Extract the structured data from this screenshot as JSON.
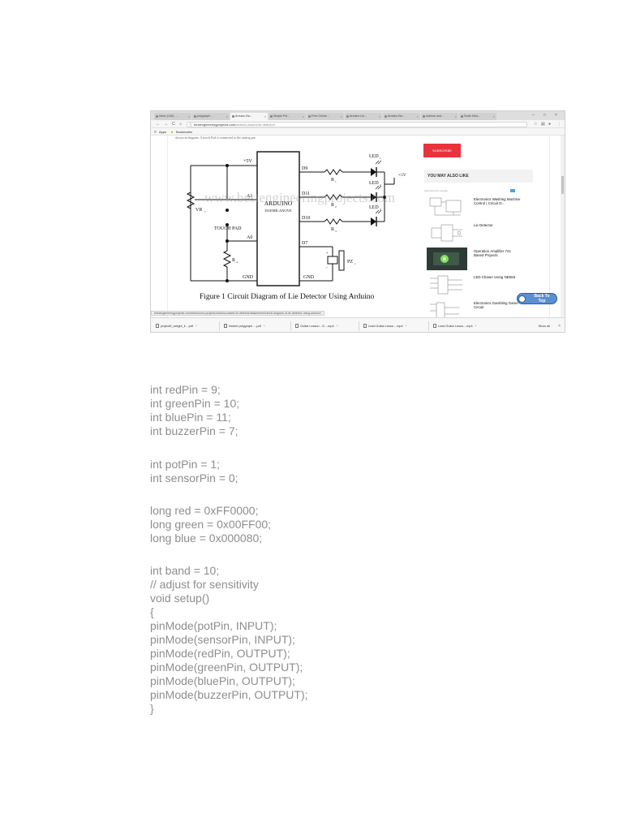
{
  "browser": {
    "tabs": [
      {
        "label": "Inbox (140) - ..."
      },
      {
        "label": "polygraph ..."
      },
      {
        "label": "Arduino Ba..."
      },
      {
        "label": "Simple Pol..."
      },
      {
        "label": "Free Online..."
      },
      {
        "label": "Arduino Lie..."
      },
      {
        "label": "Arduino Ba..."
      },
      {
        "label": "science and..."
      },
      {
        "label": "Scale Mod..."
      }
    ],
    "window_controls": {
      "minimize": "–",
      "maximize": "□",
      "close": "×"
    },
    "nav": {
      "back": "←",
      "forward": "→",
      "reload": "C"
    },
    "address": {
      "host": "bestengineeringprojects.com",
      "path": "/arduino-based-lie-detector/"
    },
    "bookmarks": {
      "apps": "Apps",
      "bookmarks": "Bookmarks"
    },
    "status_url": "bestengineeringprojects.com/electronics-projects/arduino-based-lie-detector/attachment/circuit-diagram-of-lie-detector-using-arduino/",
    "downloads": [
      {
        "label": "project5_weight_li....pdf"
      },
      {
        "label": "instrmt polygraph ....pdf"
      },
      {
        "label": "Guitar Lesson - G....mp4"
      },
      {
        "label": "Lead Guitar Lesso....mp4"
      },
      {
        "label": "Lead Guitar Lesso....mp4"
      }
    ],
    "show_all": "Show all",
    "downloads_close": "×"
  },
  "page": {
    "cut_text": "shown in diagram. A touch Pad is connected to the analog pin",
    "watermark": "www.bestengineeringprojects.com",
    "caption": "Figure 1 Circuit Diagram of Lie Detector Using Arduino",
    "subscribe": "SUBSCRIBE",
    "you_may_also_like": "YOU MAY ALSO LIKE",
    "sponsored": "Sponsored by Google",
    "related": [
      {
        "title": "Electronics Washing Machine Control | Circuit D..."
      },
      {
        "title": "Lie Detector"
      },
      {
        "title": "Operation Amplifier 741 Based Projects"
      },
      {
        "title": "LED Chaser Using NE555"
      },
      {
        "title": "Electronics Gambling Game Circuit"
      }
    ],
    "back_to_top": "Back To Top"
  },
  "circuit": {
    "arduino": [
      "ARDUINO",
      "DUEMILANOVE"
    ],
    "plus5v_top": "+5V",
    "plus5v_right": "+5V",
    "pins_left": {
      "a1": "A1",
      "a0": "A0",
      "gnd": "GND"
    },
    "pins_right": {
      "d9": "D9",
      "d11": "D11",
      "d10": "D10",
      "d7": "D7",
      "gnd": "GND"
    },
    "vr1": "VR",
    "vr1_sub": "1",
    "touch_pad": "TOUCH PAD",
    "r4": "R",
    "r4_sub": "4",
    "resistors": [
      {
        "label": "R",
        "sub": "1"
      },
      {
        "label": "R",
        "sub": "2"
      },
      {
        "label": "R",
        "sub": "3"
      }
    ],
    "leds": [
      {
        "label": "LED",
        "sub": "1"
      },
      {
        "label": "LED",
        "sub": "2"
      },
      {
        "label": "LED",
        "sub": "3"
      }
    ],
    "pz1": "PZ",
    "pz1_sub": "1",
    "pz_plus": "+",
    "pz_minus": "-"
  },
  "code": {
    "lines": [
      "int redPin = 9;",
      "int greenPin = 10;",
      "int bluePin = 11;",
      "int buzzerPin = 7;",
      "int potPin = 1;",
      "int sensorPin = 0;",
      "long red = 0xFF0000;",
      "long green = 0x00FF00;",
      "long blue = 0x000080;",
      "int band = 10;",
      "// adjust for sensitivity",
      "void setup()",
      "{",
      "pinMode(potPin, INPUT);",
      "pinMode(sensorPin, INPUT);",
      "pinMode(redPin, OUTPUT);",
      "pinMode(greenPin, OUTPUT);",
      "pinMode(bluePin, OUTPUT);",
      "pinMode(buzzerPin, OUTPUT);",
      "}"
    ]
  },
  "colors": {
    "subscribe": "#e8323c",
    "code_text": "#8e8e8e",
    "back_to_top": "#5a8fd1"
  }
}
